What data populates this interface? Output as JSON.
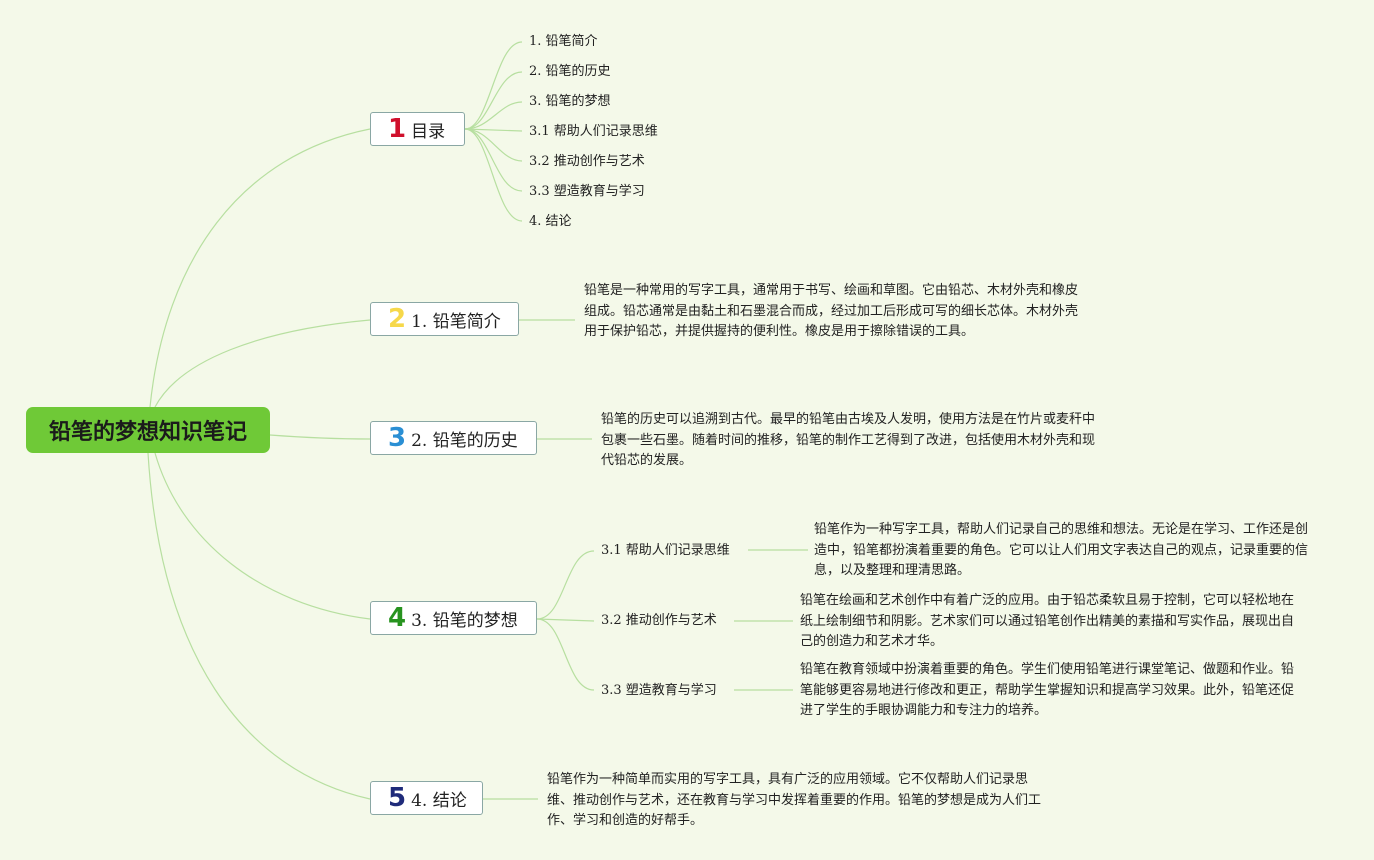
{
  "root": {
    "title": "铅笔的梦想知识笔记"
  },
  "colors": {
    "background": "#f4f9e9",
    "root_fill": "#6fc937",
    "line": "#b7dfa0",
    "num1": "#d0102c",
    "num2": "#f6d84a",
    "num3": "#2a8fd4",
    "num4": "#27931f",
    "num5": "#1f2b7a"
  },
  "toc": {
    "num": "1",
    "label": "目录",
    "items": [
      "1. 铅笔简介",
      "2. 铅笔的历史",
      "3. 铅笔的梦想",
      "3.1 帮助人们记录思维",
      "3.2 推动创作与艺术",
      "3.3 塑造教育与学习",
      "4. 结论"
    ]
  },
  "intro": {
    "num": "2",
    "label": "1. 铅笔简介",
    "text": "铅笔是一种常用的写字工具，通常用于书写、绘画和草图。它由铅芯、木材外壳和橡皮组成。铅芯通常是由黏土和石墨混合而成，经过加工后形成可写的细长芯体。木材外壳用于保护铅芯，并提供握持的便利性。橡皮是用于擦除错误的工具。"
  },
  "history": {
    "num": "3",
    "label": "2. 铅笔的历史",
    "text": "铅笔的历史可以追溯到古代。最早的铅笔由古埃及人发明，使用方法是在竹片或麦秆中包裹一些石墨。随着时间的推移，铅笔的制作工艺得到了改进，包括使用木材外壳和现代铅芯的发展。"
  },
  "dream": {
    "num": "4",
    "label": "3. 铅笔的梦想",
    "subs": [
      {
        "label": "3.1 帮助人们记录思维",
        "text": "铅笔作为一种写字工具，帮助人们记录自己的思维和想法。无论是在学习、工作还是创造中，铅笔都扮演着重要的角色。它可以让人们用文字表达自己的观点，记录重要的信息，以及整理和理清思路。"
      },
      {
        "label": "3.2 推动创作与艺术",
        "text": "铅笔在绘画和艺术创作中有着广泛的应用。由于铅芯柔软且易于控制，它可以轻松地在纸上绘制细节和阴影。艺术家们可以通过铅笔创作出精美的素描和写实作品，展现出自己的创造力和艺术才华。"
      },
      {
        "label": "3.3 塑造教育与学习",
        "text": "铅笔在教育领域中扮演着重要的角色。学生们使用铅笔进行课堂笔记、做题和作业。铅笔能够更容易地进行修改和更正，帮助学生掌握知识和提高学习效果。此外，铅笔还促进了学生的手眼协调能力和专注力的培养。"
      }
    ]
  },
  "conclusion": {
    "num": "5",
    "label": "4. 结论",
    "text": "铅笔作为一种简单而实用的写字工具，具有广泛的应用领域。它不仅帮助人们记录思维、推动创作与艺术，还在教育与学习中发挥着重要的作用。铅笔的梦想是成为人们工作、学习和创造的好帮手。"
  }
}
